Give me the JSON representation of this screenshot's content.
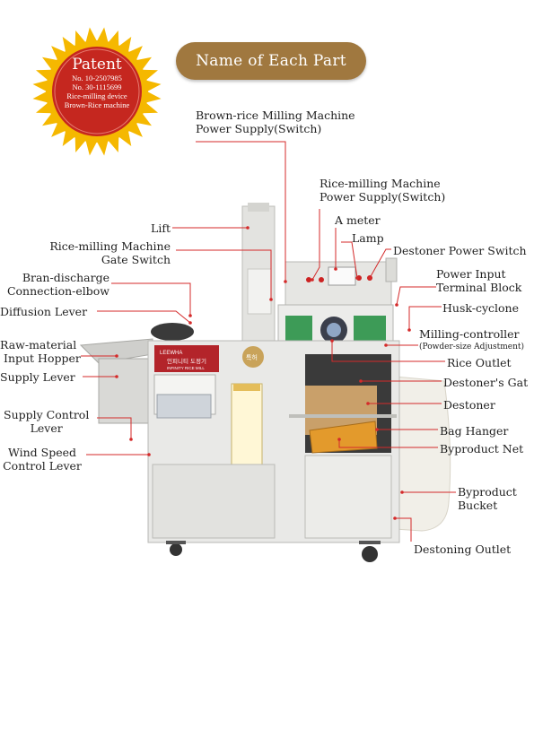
{
  "header": {
    "title": "Name of Each Part",
    "title_bg": "#a0783f"
  },
  "badge": {
    "title": "Patent",
    "lines": [
      "No. 10-2507985",
      "No. 30-1115699",
      "Rice-milling device",
      "Brown-Rice machine"
    ],
    "outer_color": "#f5b800",
    "inner_color": "#c5271f"
  },
  "machine_labels": {
    "brand": "LEEWHA",
    "korean_name": "인피니티 도정기",
    "english_name": "INFINITY RICE MILL",
    "stamp": "특허"
  },
  "labels": {
    "brown_rice_switch": [
      "Brown-rice Milling Machine",
      "Power Supply(Switch)"
    ],
    "rice_milling_switch": [
      "Rice-milling Machine",
      "Power Supply(Switch)"
    ],
    "a_meter": "A meter",
    "lamp": "Lamp",
    "destoner_switch": "Destoner Power Switch",
    "power_input": [
      "Power Input",
      "Terminal Block"
    ],
    "husk_cyclone": "Husk-cyclone",
    "milling_controller": "Milling-controller",
    "milling_controller_note": "(Powder-size Adjustment)",
    "rice_outlet": "Rice Outlet",
    "destoners_gate": "Destoner's Gat",
    "destoner": "Destoner",
    "bag_hanger": "Bag Hanger",
    "byproduct_net": "Byproduct Net",
    "byproduct_bucket": [
      "Byproduct",
      "Bucket"
    ],
    "destoning_outlet": "Destoning Outlet",
    "lift": "Lift",
    "gate_switch": [
      "Rice-milling Machine",
      "Gate Switch"
    ],
    "bran_discharge": [
      "Bran-discharge",
      "Connection-elbow"
    ],
    "diffusion_lever": "Diffusion Lever",
    "hopper": [
      "Raw-material",
      "Input Hopper"
    ],
    "supply_lever": "Supply Lever",
    "supply_control": [
      "Supply Control",
      "Lever"
    ],
    "wind_speed": [
      "Wind Speed",
      "Control Lever"
    ]
  },
  "colors": {
    "leader_line": "#d42a2a",
    "machine_body": "#e9e9e7",
    "machine_shadow": "#c9c9c6",
    "panel_green": "#3d9b57",
    "badge_red": "#c5271f"
  }
}
